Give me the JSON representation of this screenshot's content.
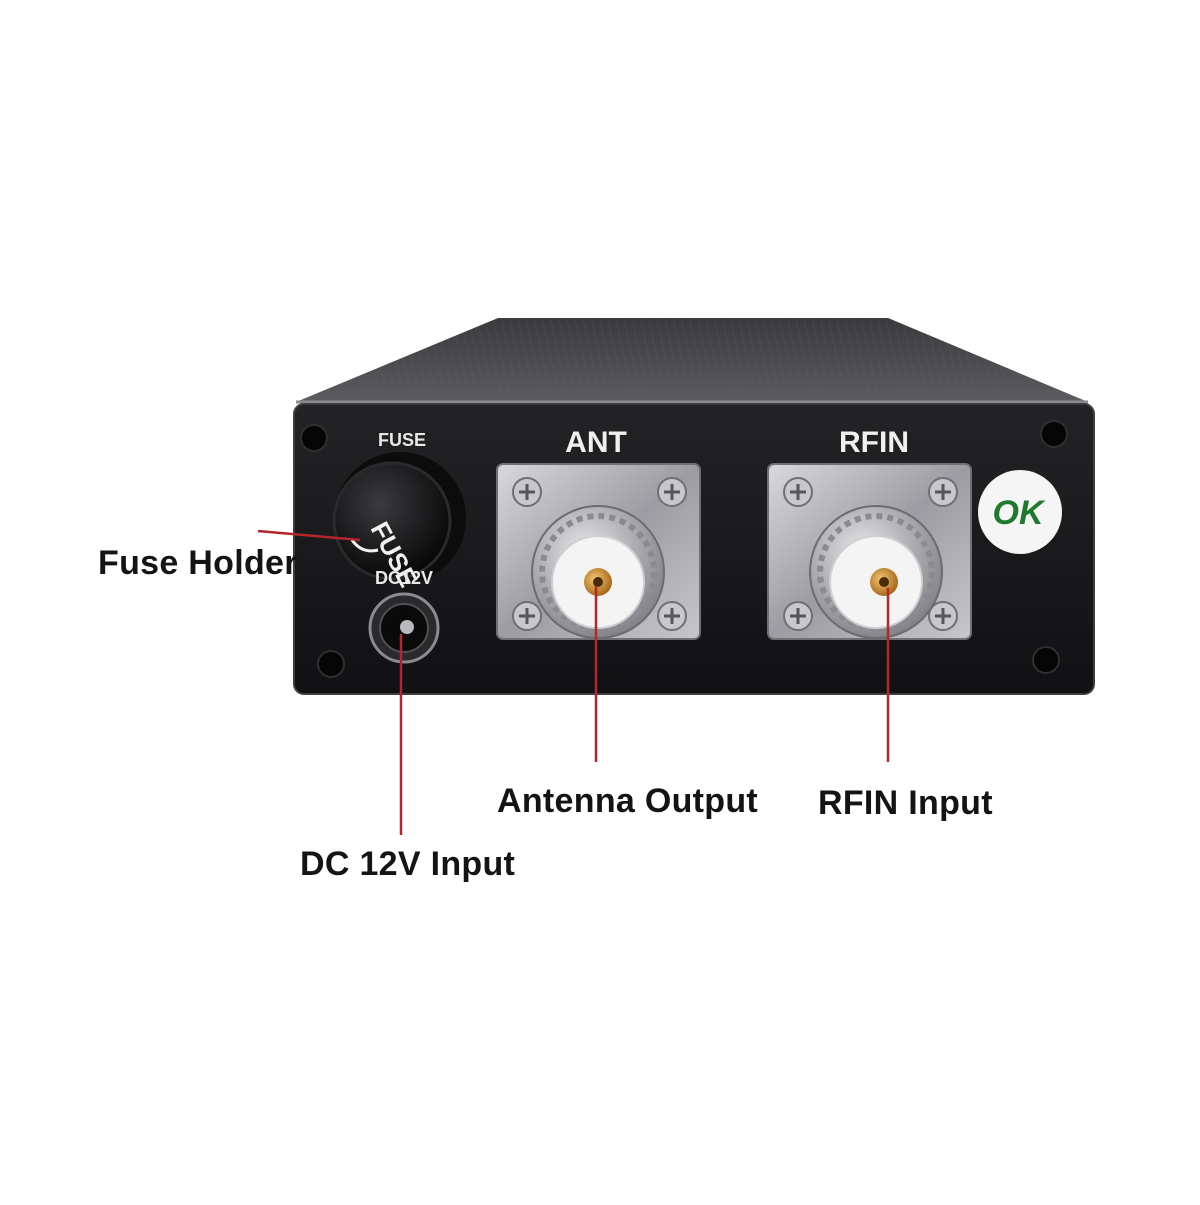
{
  "panel": {
    "fuse_label": "FUSE",
    "fuse_cap_text": "FUSE",
    "dc_label": "DC12V",
    "ant_label": "ANT",
    "rfin_label": "RFIN",
    "ok_badge": "OK"
  },
  "callouts": {
    "fuse_holder": "Fuse Holder",
    "dc_input": "DC 12V Input",
    "antenna_output": "Antenna Output",
    "rfin_input": "RFIN Input"
  },
  "colors": {
    "callout_line": "#b3262b",
    "ok_text": "#1f7a2e",
    "panel": "#1a1a1c",
    "connector_metal": "#a9a9ad"
  }
}
